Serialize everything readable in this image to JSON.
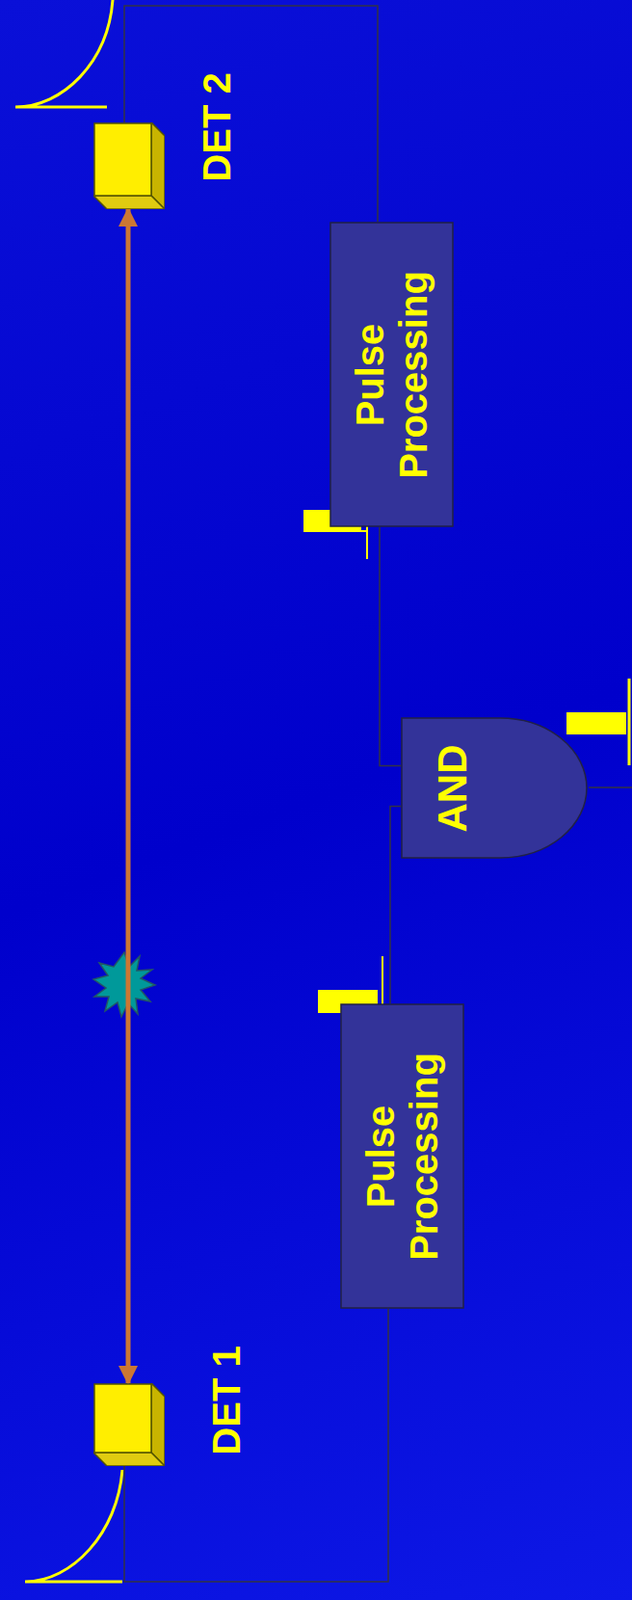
{
  "diagram": {
    "nodes": [
      {
        "text": [
          "DET 2"
        ]
      },
      {
        "text": [
          "Pulse Processing"
        ]
      },
      {
        "text": [
          "AND"
        ]
      },
      {
        "text": [
          "Pulse Processing"
        ]
      },
      {
        "text": [
          "DET 1"
        ]
      }
    ],
    "edges": [
      {
        "from": 0,
        "to": 1,
        "arrow": "none"
      },
      {
        "from": 1,
        "to": 2,
        "arrow": "none"
      },
      {
        "from": 3,
        "to": 2,
        "arrow": "none"
      },
      {
        "from": 4,
        "to": 3,
        "arrow": "none"
      },
      {
        "from": 4,
        "to": 0,
        "arrow": "both"
      }
    ]
  }
}
